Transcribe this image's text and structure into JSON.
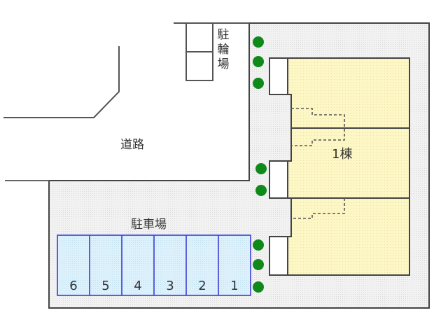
{
  "labels": {
    "road": "道路",
    "bicycle_parking": [
      "駐",
      "輪",
      "場"
    ],
    "car_parking": "駐車場",
    "building": "1棟"
  },
  "parking": {
    "stalls": [
      "6",
      "5",
      "4",
      "3",
      "2",
      "1"
    ]
  },
  "colors": {
    "lot_fill": "#f3f3f3",
    "building_fill": "#fdf7c8",
    "parking_fill": "#dcf1fb",
    "parking_stroke": "#3b3bd6",
    "tree": "#0f8a1a",
    "line": "#444444"
  }
}
